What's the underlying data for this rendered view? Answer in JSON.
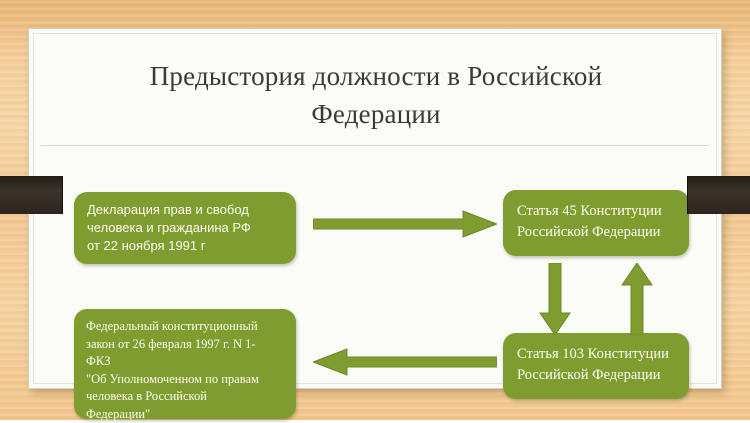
{
  "slide": {
    "title": "Предыстория должности в Российской Федерации",
    "title_lines": [
      "Предыстория должности в Российской",
      "Федерации"
    ]
  },
  "colors": {
    "green_box": "#7f9d2f",
    "arrow_green": "#7f9d2f",
    "sidebar_dark": "#2c2520",
    "background_wood": "#f2c88d",
    "slide_paper": "#fbfbf8",
    "title_text": "#3a3a3a",
    "box_text": "#fdfdf4"
  },
  "boxes": {
    "declaration": {
      "name": "Декларация прав и свобод человека и гражданина РФ от 22 ноября 1991 г",
      "lines": [
        "Декларация прав и свобод",
        "человека и гражданина РФ",
        "от 22 ноября 1991 г"
      ]
    },
    "article_45": {
      "name": "Статья 45 Конституции Российской Федерации",
      "lines": [
        "Статья 45 Конституции",
        "Российской Федерации"
      ]
    },
    "article_103": {
      "name": "Статья 103 Конституции Российской Федерации",
      "lines": [
        "Статья 103 Конституции",
        "Российской Федерации"
      ]
    },
    "federal_law": {
      "name": "Федеральный конституционный закон от 26 февраля 1997 г. N 1-ФКЗ \"Об Уполномоченном по правам человека в Российской Федерации\"",
      "lines": [
        "Федеральный конституционный",
        "закон от 26 февраля 1997 г. N 1-",
        "ФКЗ",
        "\"Об Уполномоченном по правам",
        "человека в Российской",
        "Федерации\""
      ]
    }
  },
  "arrows": {
    "declaration_to_article45": {
      "direction": "right"
    },
    "article45_to_article103": {
      "direction": "down"
    },
    "article103_to_article45": {
      "direction": "up"
    },
    "article103_to_federal_law": {
      "direction": "left"
    }
  }
}
